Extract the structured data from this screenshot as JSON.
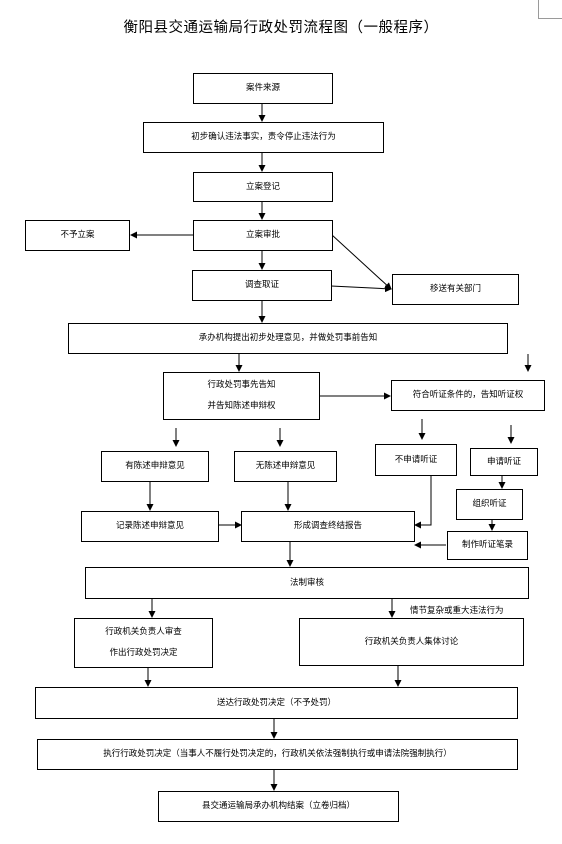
{
  "title": "衡阳县交通运输局行政处罚流程图（一般程序）",
  "nodes": {
    "case_source": "案件来源",
    "preliminary_confirm": "初步确认违法事实，责令停止违法行为",
    "register": "立案登记",
    "approve": "立案审批",
    "no_register": "不予立案",
    "transfer": "移送有关部门",
    "investigate": "调查取证",
    "preliminary_opinion": "承办机构提出初步处理意见，并做处罚事前告知",
    "notice_line1": "行政处罚事先告知",
    "notice_line2": "并告知陈述申辩权",
    "hearing_notice": "符合听证条件的，告知听证权",
    "has_statement": "有陈述申辩意见",
    "no_statement": "无陈述申辩意见",
    "no_hearing": "不申请听证",
    "apply_hearing": "申请听证",
    "organize_hearing": "组织听证",
    "record_statement": "记录陈述申辩意见",
    "final_report": "形成调查终结报告",
    "hearing_record": "制作听证笔录",
    "legal_review": "法制审核",
    "serious_case_label": "情节复杂或重大违法行为",
    "leader_review_line1": "行政机关负责人审查",
    "leader_review_line2": "作出行政处罚决定",
    "collective_discussion": "行政机关负责人集体讨论",
    "deliver_decision": "送达行政处罚决定（不予处罚）",
    "execute": "执行行政处罚决定（当事人不履行处罚决定的，行政机关依法强制执行或申请法院强制执行）",
    "close_case": "县交通运输局承办机构结案（立卷归档）"
  }
}
